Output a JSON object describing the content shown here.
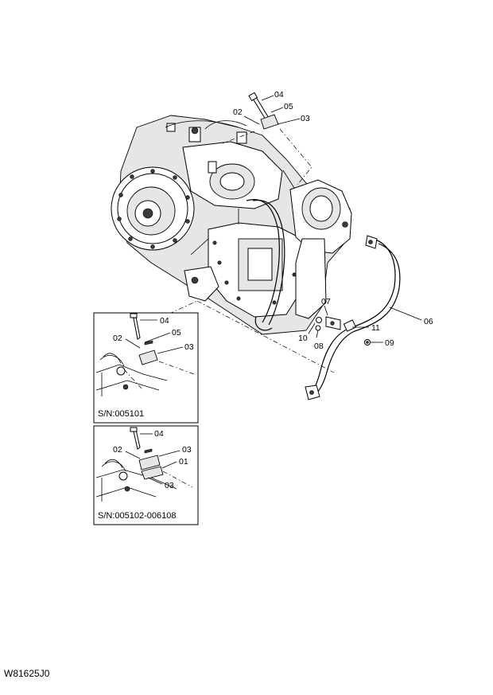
{
  "labels": {
    "main_04": "04",
    "main_05": "05",
    "main_02": "02",
    "main_03": "03",
    "main_06": "06",
    "main_07": "07",
    "main_10": "10",
    "main_08": "08",
    "main_11": "11",
    "main_09": "09",
    "inset1_04": "04",
    "inset1_05": "05",
    "inset1_02": "02",
    "inset1_03": "03",
    "inset2_04": "04",
    "inset2_02": "02",
    "inset2_03a": "03",
    "inset2_01": "01",
    "inset2_03b": "03"
  },
  "inset1": {
    "serial": "S/N:005101"
  },
  "inset2": {
    "serial": "S/N:005102-006108"
  },
  "figure_code": "W81625J0"
}
